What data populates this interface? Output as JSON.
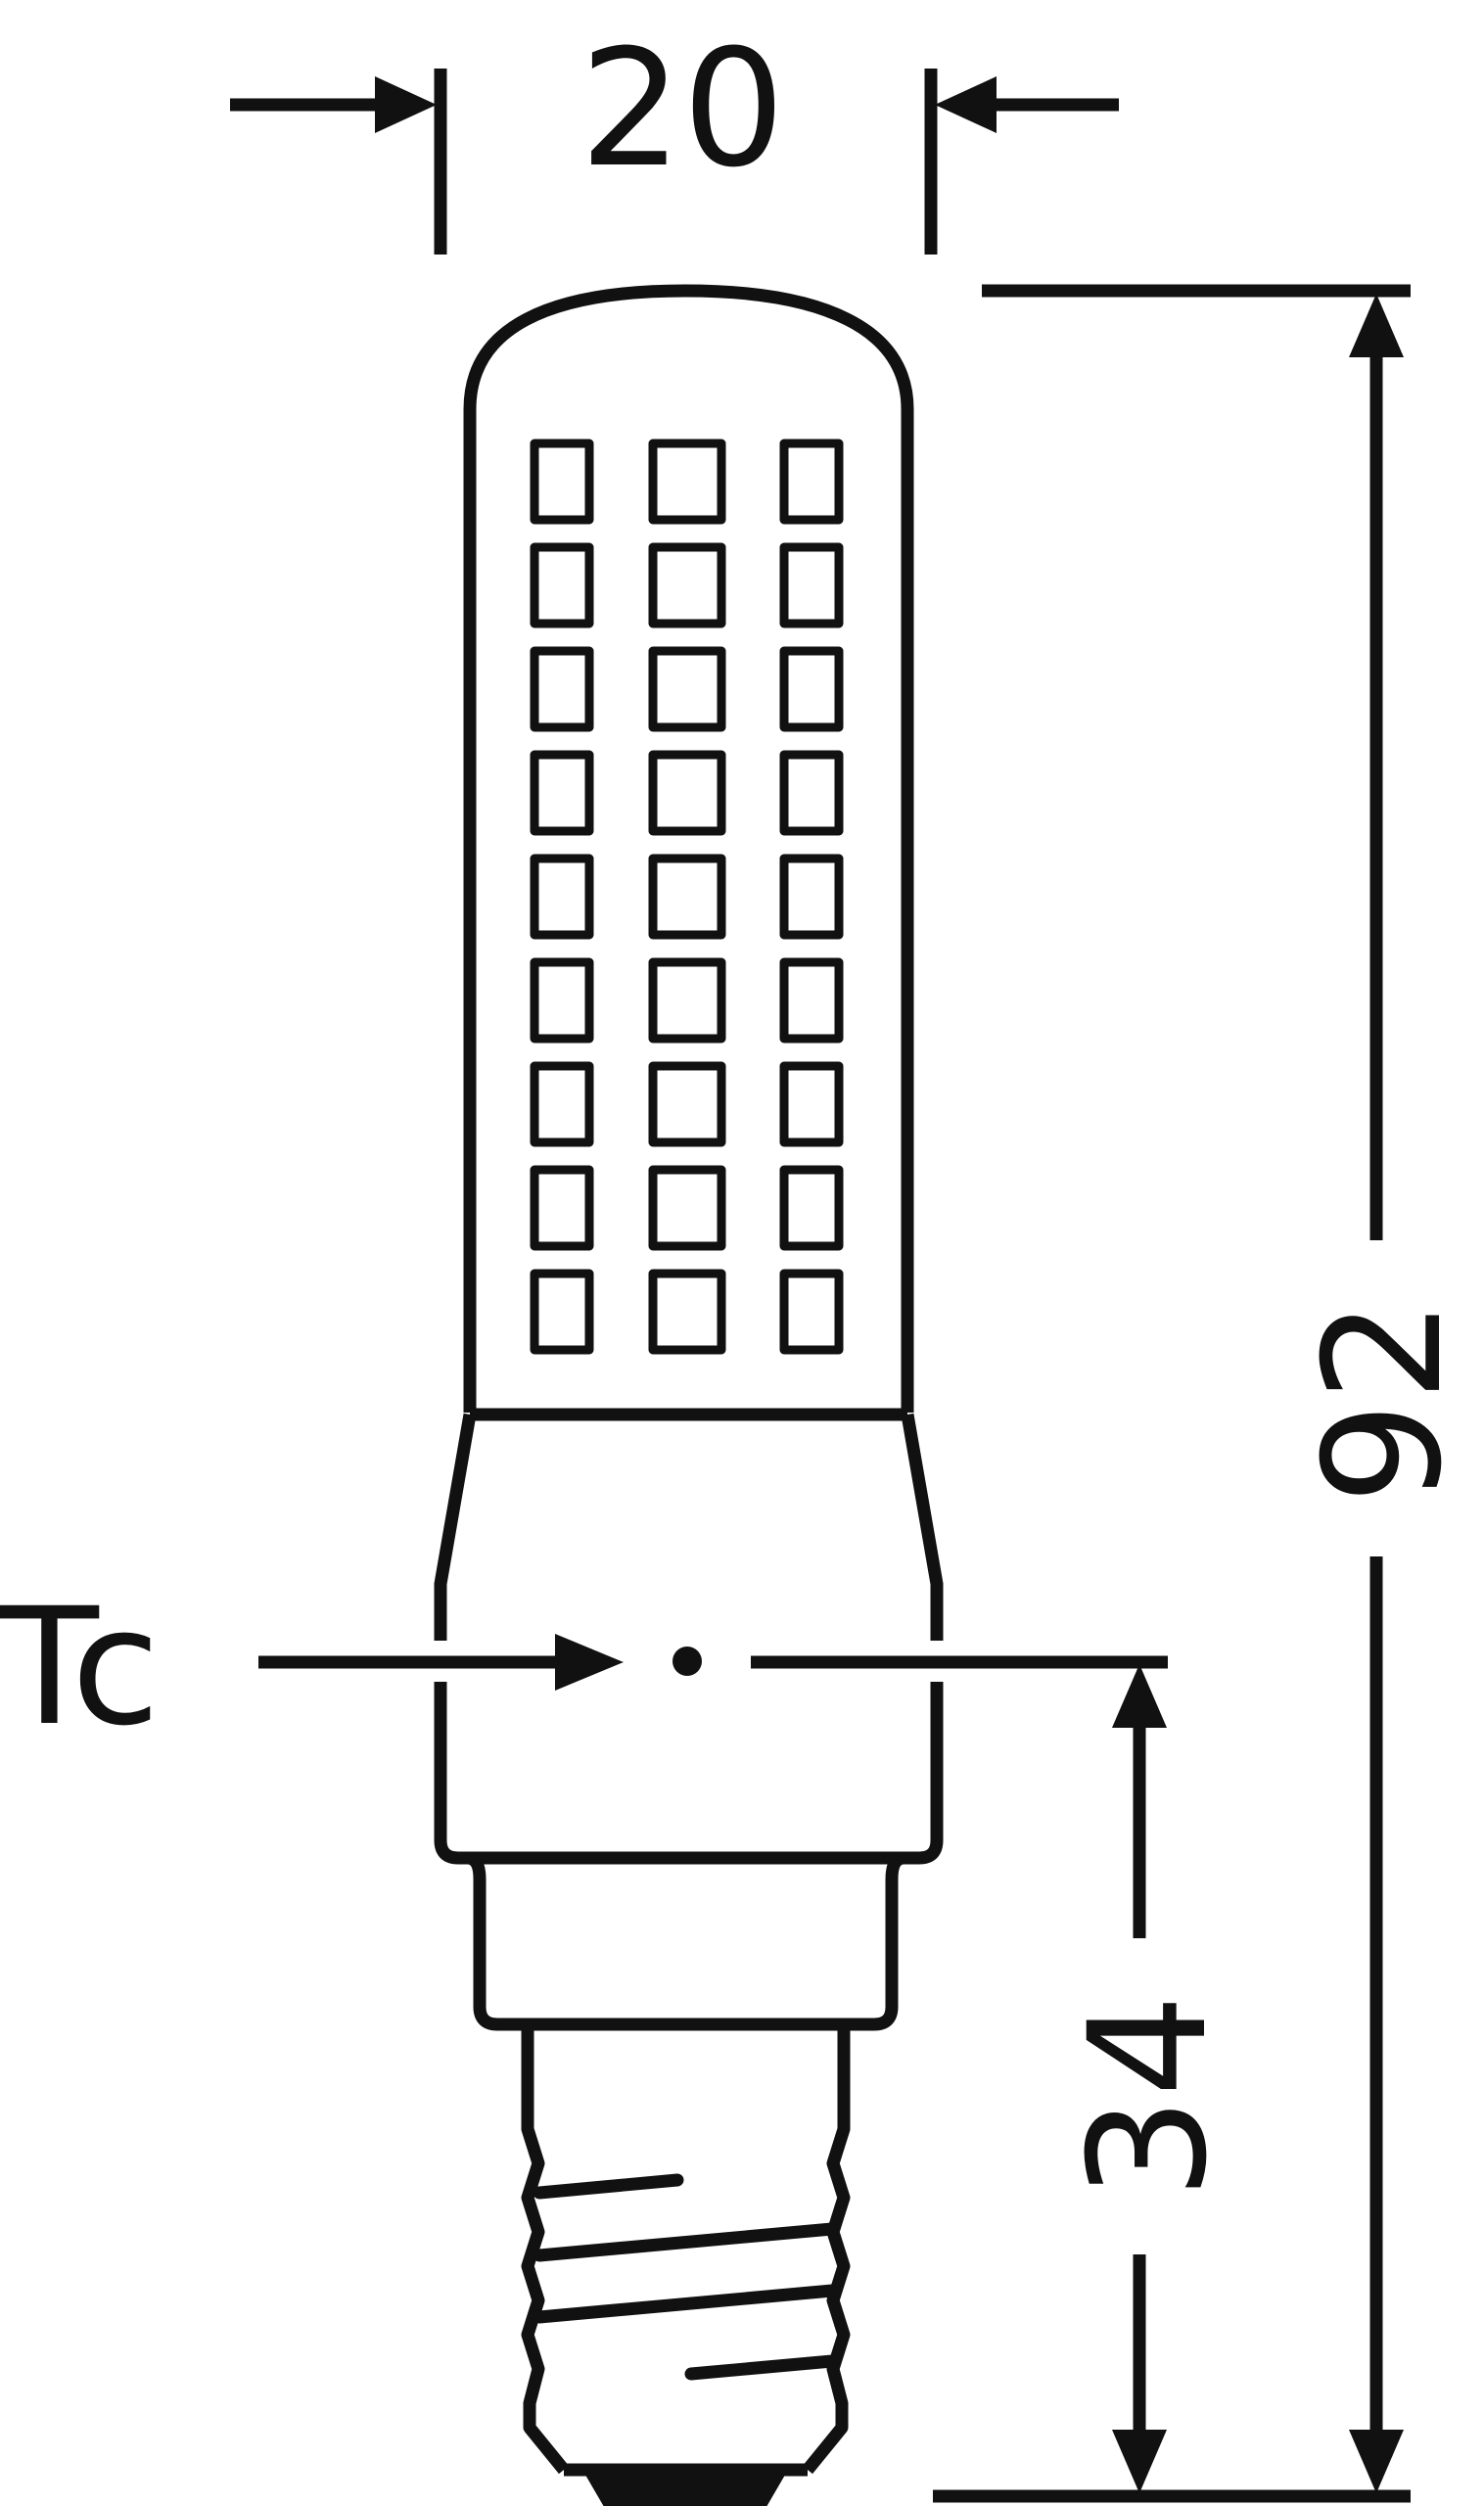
{
  "colors": {
    "line": "#111111",
    "background": "#ffffff"
  },
  "dimensions": {
    "width": "20",
    "total_height": "92",
    "tc_height": "34"
  },
  "labels": {
    "tc": "Tc"
  },
  "led_grid": {
    "rows": 9,
    "columns": 3
  }
}
